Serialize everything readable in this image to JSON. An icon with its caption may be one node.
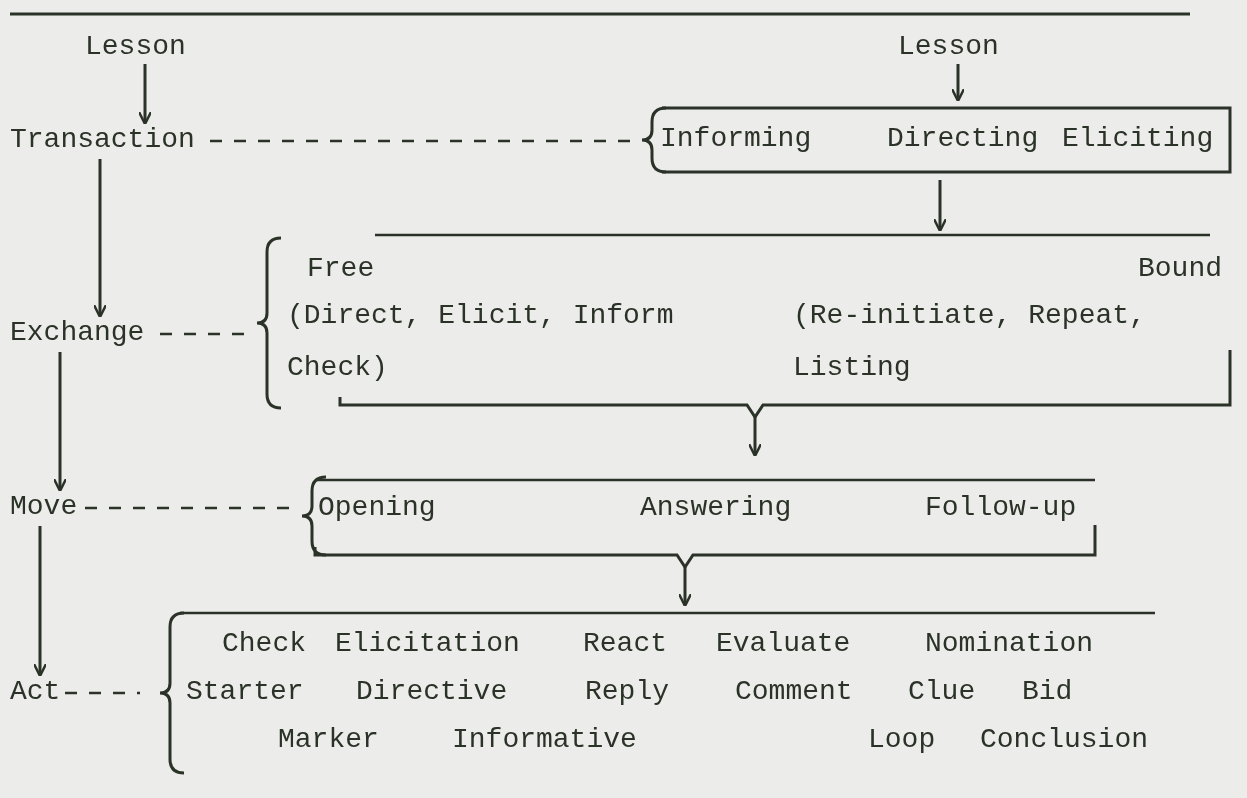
{
  "diagram": {
    "nodes": [
      {
        "text": [
          "Lesson"
        ]
      },
      {
        "text": [
          "Transaction"
        ]
      },
      {
        "text": [
          "Exchange"
        ]
      },
      {
        "text": [
          "Move"
        ]
      },
      {
        "text": [
          "Act"
        ]
      },
      {
        "text": [
          "Lesson"
        ]
      },
      {
        "text": [
          "Informing",
          "Directing",
          "Eliciting"
        ]
      },
      {
        "text": [
          "Free",
          "Bound",
          "(Direct, Elicit, Inform Check)",
          "(Re-initiate, Repeat, Listing"
        ]
      },
      {
        "text": [
          "Opening",
          "Answering",
          "Follow-up"
        ]
      },
      {
        "text": [
          "Check",
          "Elicitation",
          "React",
          "Evaluate",
          "Nomination",
          "Starter",
          "Directive",
          "Reply",
          "Comment",
          "Clue",
          "Bid",
          "Marker",
          "Informative",
          "Loop",
          "Conclusion"
        ]
      }
    ],
    "edges": [
      {
        "from": 0,
        "to": 1,
        "arrow": "to"
      },
      {
        "from": 1,
        "to": 2,
        "arrow": "to"
      },
      {
        "from": 2,
        "to": 3,
        "arrow": "to"
      },
      {
        "from": 3,
        "to": 4,
        "arrow": "to"
      },
      {
        "from": 5,
        "to": 6,
        "arrow": "to"
      },
      {
        "from": 6,
        "to": 7,
        "arrow": "to"
      },
      {
        "from": 7,
        "to": 8,
        "arrow": "to"
      },
      {
        "from": 8,
        "to": 9,
        "arrow": "to"
      },
      {
        "from": 1,
        "to": 6,
        "arrow": "none",
        "style": "dashed"
      },
      {
        "from": 2,
        "to": 7,
        "arrow": "none",
        "style": "dashed"
      },
      {
        "from": 3,
        "to": 8,
        "arrow": "none",
        "style": "dashed"
      },
      {
        "from": 4,
        "to": 9,
        "arrow": "none",
        "style": "dashed"
      }
    ]
  }
}
